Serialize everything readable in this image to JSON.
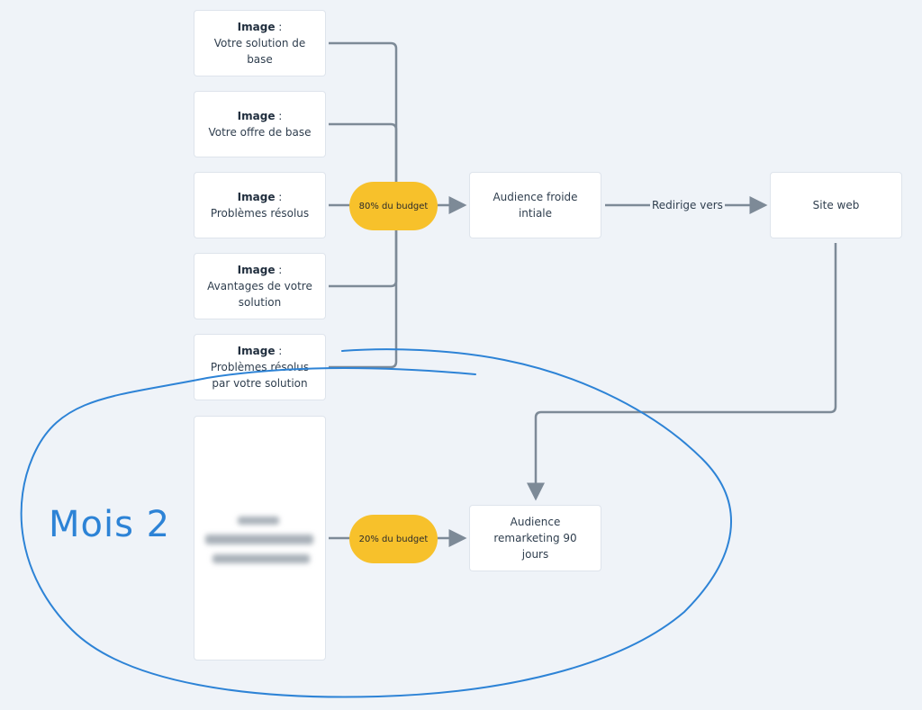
{
  "sources": [
    {
      "bold": "Image",
      "sep": " :",
      "text": "Votre solution de base"
    },
    {
      "bold": "Image",
      "sep": " :",
      "text": "Votre offre de base"
    },
    {
      "bold": "Image",
      "sep": " :",
      "text": "Problèmes résolus"
    },
    {
      "bold": "Image",
      "sep": " :",
      "text": "Avantages de votre solution"
    },
    {
      "bold": "Image",
      "sep": " :",
      "text": "Problèmes résolus par votre solution"
    }
  ],
  "budget_primary": "80% du budget",
  "budget_secondary": "20% du budget",
  "audience_cold": "Audience froide intiale",
  "redirect_label": "Redirige vers",
  "website": "Site web",
  "audience_remarketing": "Audience remarketing 90 jours",
  "handwritten_note": "Mois 2",
  "colors": {
    "background": "#eff3f8",
    "connector": "#7d8a97",
    "budget_pill": "#f7c12b",
    "ink": "#2d83d6"
  }
}
